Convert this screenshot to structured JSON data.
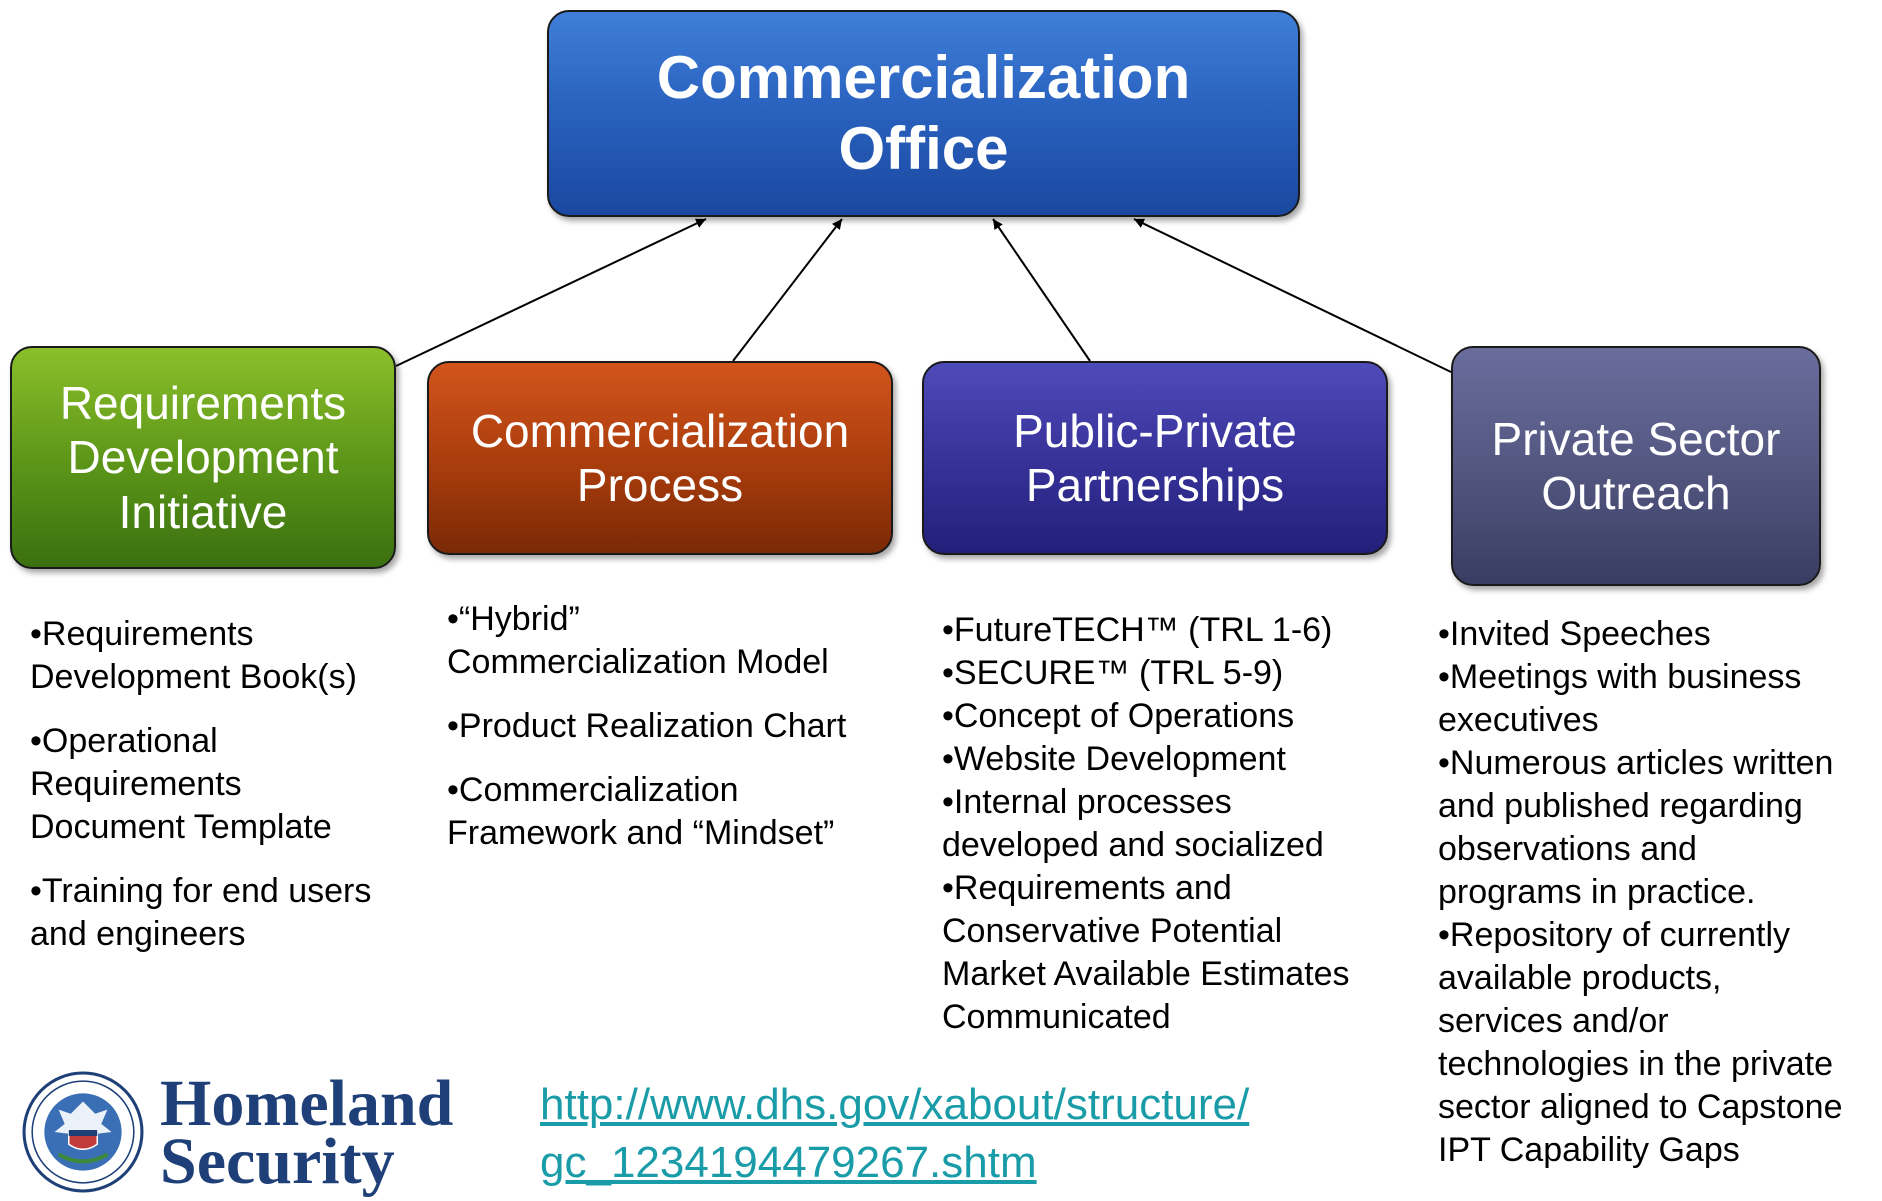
{
  "top": {
    "lines": [
      "Commercialization",
      "Office"
    ]
  },
  "boxes": [
    {
      "lines": [
        "Requirements",
        "Development",
        "Initiative"
      ]
    },
    {
      "lines": [
        "Commercialization",
        "Process"
      ]
    },
    {
      "lines": [
        "Public-Private",
        "Partnerships"
      ]
    },
    {
      "lines": [
        "Private Sector",
        "Outreach"
      ]
    }
  ],
  "bullets": [
    {
      "items": [
        [
          "•Requirements",
          "Development Book(s)"
        ],
        [
          "•Operational",
          "Requirements",
          "Document Template"
        ],
        [
          "•Training for end users",
          "and engineers"
        ]
      ]
    },
    {
      "items": [
        [
          "•“Hybrid”",
          "Commercialization Model"
        ],
        [
          "•Product Realization Chart"
        ],
        [
          "•Commercialization",
          "Framework and “Mindset”"
        ]
      ]
    },
    {
      "items": [
        [
          "•FutureTECH™ (TRL 1-6)"
        ],
        [
          "•SECURE™ (TRL 5-9)"
        ],
        [
          "•Concept of Operations"
        ],
        [
          "•Website Development"
        ],
        [
          "•Internal processes",
          "developed and socialized"
        ],
        [
          "•Requirements and",
          "Conservative Potential",
          "Market Available Estimates",
          "Communicated"
        ]
      ]
    },
    {
      "items": [
        [
          "•Invited Speeches"
        ],
        [
          "•Meetings with business",
          "executives"
        ],
        [
          "•Numerous articles written",
          "and published regarding",
          "observations and",
          "programs in practice."
        ],
        [
          "•Repository of currently",
          "available products,",
          "services and/or",
          "technologies in the private",
          "sector aligned to Capstone",
          "IPT Capability Gaps"
        ]
      ]
    }
  ],
  "logo": {
    "lines": [
      "Homeland",
      "Security"
    ]
  },
  "link": {
    "lines": [
      "http://www.dhs.gov/xabout/structure/",
      "gc_1234194479267.shtm"
    ]
  },
  "colors": {
    "top_box": "#2a63c0",
    "requirements_box": "#5a9418",
    "process_box": "#a83c0c",
    "partnerships_box": "#363197",
    "outreach_box": "#51557e",
    "link": "#1a9ca8",
    "logo_text": "#1e3f78"
  }
}
